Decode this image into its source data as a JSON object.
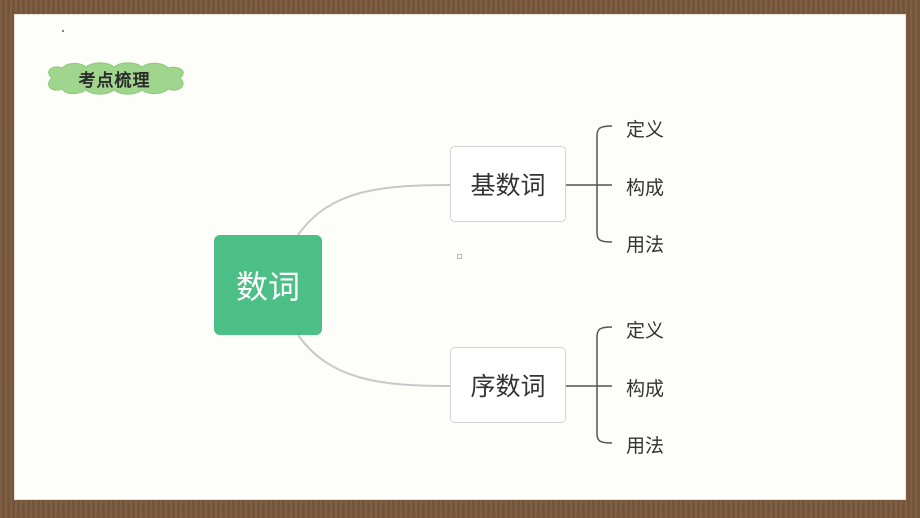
{
  "badge": {
    "label": "考点梳理"
  },
  "mindmap": {
    "root": "数词",
    "branches": [
      {
        "label": "基数词",
        "children": [
          "定义",
          "构成",
          "用法"
        ]
      },
      {
        "label": "序数词",
        "children": [
          "定义",
          "构成",
          "用法"
        ]
      }
    ]
  },
  "colors": {
    "frame": "#7a5a3e",
    "root_fill": "#4cbf87",
    "badge_fill": "#9fd58c",
    "connector": "#c8c8c8"
  }
}
